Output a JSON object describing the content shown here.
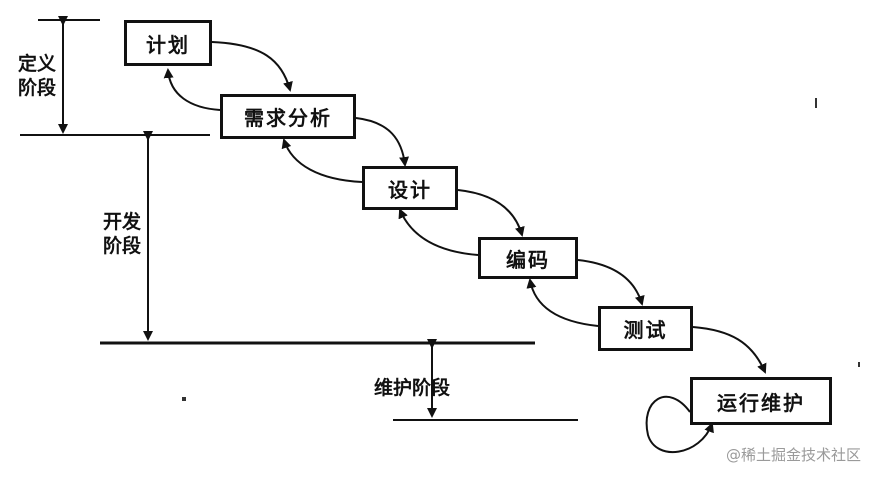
{
  "diagram": {
    "steps": [
      {
        "label": "计划"
      },
      {
        "label": "需求分析"
      },
      {
        "label": "设计"
      },
      {
        "label": "编码"
      },
      {
        "label": "测试"
      },
      {
        "label": "运行维护"
      }
    ],
    "phases": {
      "definition": {
        "line1": "定义",
        "line2": "阶段"
      },
      "development": {
        "line1": "开发",
        "line2": "阶段"
      },
      "maintenance": {
        "label": "维护阶段"
      }
    }
  },
  "watermark": "@稀土掘金技术社区"
}
